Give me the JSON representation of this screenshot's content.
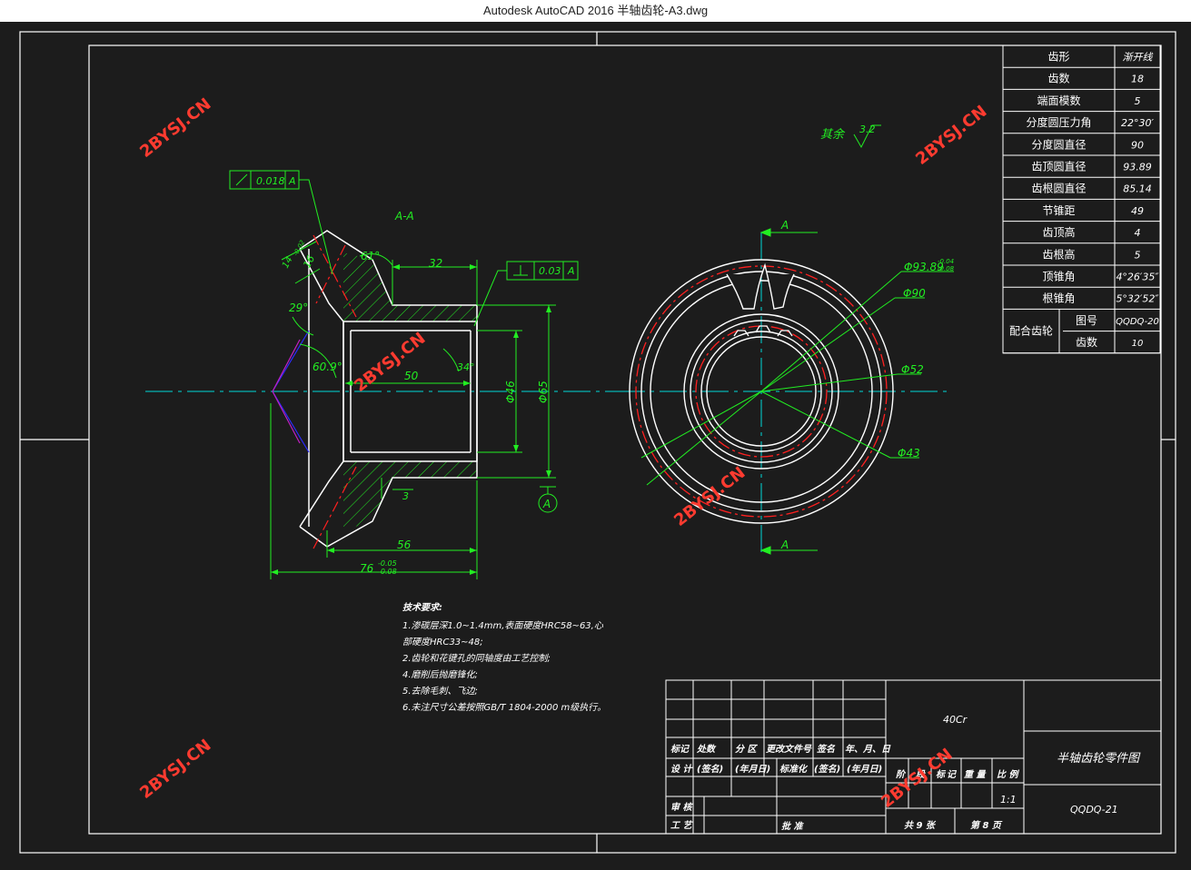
{
  "window": {
    "title": "Autodesk AutoCAD 2016     半轴齿轮-A3.dwg"
  },
  "watermark": "2BYSJ.CN",
  "colors": {
    "background": "#1c1c1c",
    "line_white": "#ffffff",
    "dim_green": "#22ee22",
    "center_cyan": "#00d8d8",
    "red": "#ff2020",
    "blue": "#2b2bff",
    "magenta": "#c21fc2"
  },
  "params": {
    "rows": [
      {
        "label": "齿形",
        "value": "渐开线"
      },
      {
        "label": "齿数",
        "value": "18"
      },
      {
        "label": "端面模数",
        "value": "5"
      },
      {
        "label": "分度圆压力角",
        "value": "22°30′"
      },
      {
        "label": "分度圆直径",
        "value": "90"
      },
      {
        "label": "齿顶圆直径",
        "value": "93.89"
      },
      {
        "label": "齿根圆直径",
        "value": "85.14"
      },
      {
        "label": "节锥距",
        "value": "49"
      },
      {
        "label": "齿顶高",
        "value": "4"
      },
      {
        "label": "齿根高",
        "value": "5"
      },
      {
        "label": "顶锥角",
        "value": "4°26′35″"
      },
      {
        "label": "根锥角",
        "value": "5°32′52″"
      }
    ],
    "mating": {
      "label": "配合齿轮",
      "no_label": "图号",
      "no_value": "QQDQ-20",
      "teeth_label": "齿数",
      "teeth_value": "10"
    }
  },
  "surface": {
    "label": "其余",
    "value": "3.2"
  },
  "section_label": "A-A",
  "view_arrow_top": "A",
  "view_arrow_bottom": "A",
  "datum_label": "A",
  "gdt": {
    "runout": {
      "value": "0.018",
      "datum": "A"
    },
    "perp": {
      "value": "0.03",
      "datum": "A"
    }
  },
  "dims_left": {
    "d32": "32",
    "d50": "50",
    "d56": "56",
    "d76": "76",
    "d76_tol_up": "-0.05",
    "d76_tol_low": "-0.08",
    "dia46": "Φ46",
    "dia65": "Φ65",
    "ang61": "61°",
    "ang29": "29°",
    "ang609": "60.9°",
    "ang34": "34°",
    "d16": "16",
    "d14": "14",
    "d14_tol": "-0.02",
    "d3": "3"
  },
  "dims_right": {
    "dia9389": "Φ93.89",
    "dia9389_up": "-0.04",
    "dia9389_low": "-0.08",
    "dia90": "Φ90",
    "dia52": "Φ52",
    "dia43": "Φ43"
  },
  "notes": {
    "title": "技术要求:",
    "lines": [
      "1.渗碳层深1.0~1.4mm,表面硬度HRC58~63,心",
      "部硬度HRC33~48;",
      "2.齿轮和花键孔的同轴度由工艺控制;",
      "4.磨削后抛磨锋化;",
      "5.去除毛刺、飞边;",
      "6.未注尺寸公差按照GB/T 1804-2000 m级执行。"
    ]
  },
  "title_block": {
    "material": "40Cr",
    "drawing_title": "半轴齿轮零件图",
    "drawing_no": "QQDQ-21",
    "scale": "1:1",
    "header": [
      "标记",
      "处数",
      "分 区",
      "更改文件号",
      "签名",
      "年、月、日"
    ],
    "row_design": [
      "设 计",
      "(签名)",
      "(年月日)",
      "标准化",
      "(签名)",
      "(年月日)"
    ],
    "stage_labels": [
      "阶",
      "段",
      "标",
      "记",
      "重 量",
      "比 例"
    ],
    "review": "审 核",
    "process": "工 艺",
    "approve": "批 准",
    "sheets": "共 9 张",
    "sheet_no": "第 8 页"
  }
}
